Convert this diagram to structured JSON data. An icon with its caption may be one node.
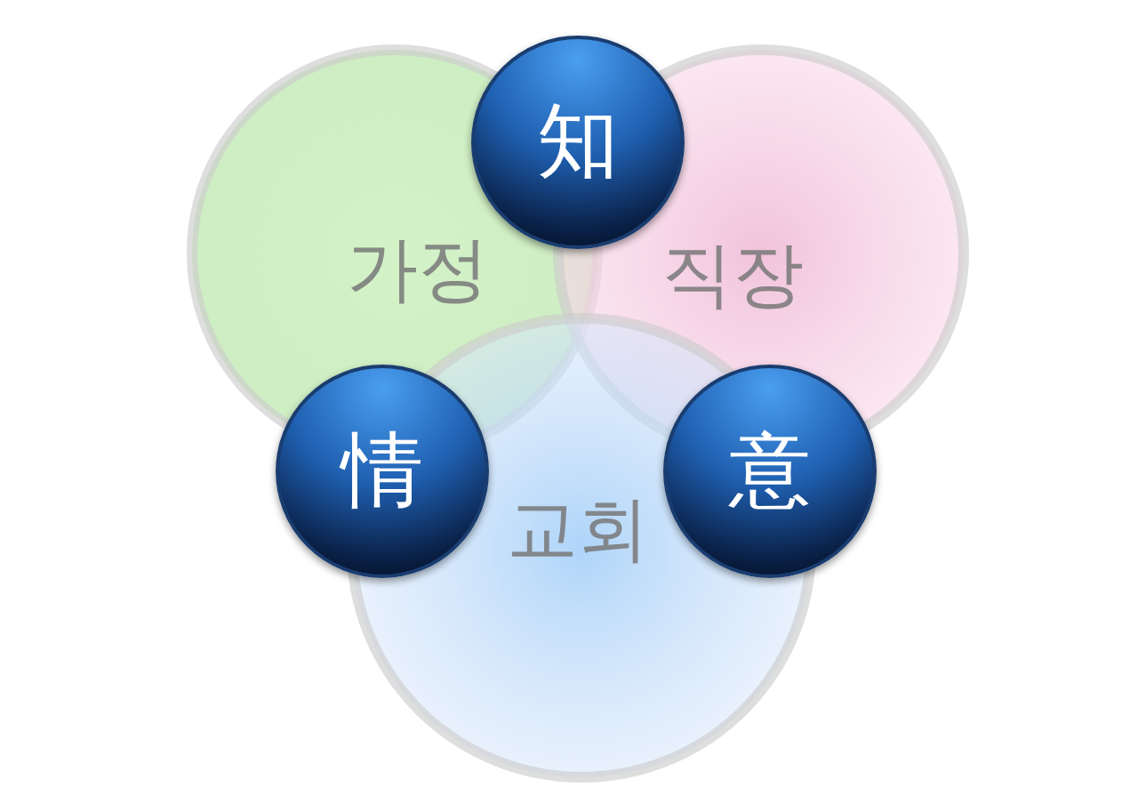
{
  "diagram": {
    "nodes": [
      {
        "text": [
          "知"
        ]
      },
      {
        "text": [
          "가정"
        ]
      },
      {
        "text": [
          "직장"
        ]
      },
      {
        "text": [
          "교회"
        ]
      },
      {
        "text": [
          "情"
        ]
      },
      {
        "text": [
          "意"
        ]
      }
    ]
  }
}
